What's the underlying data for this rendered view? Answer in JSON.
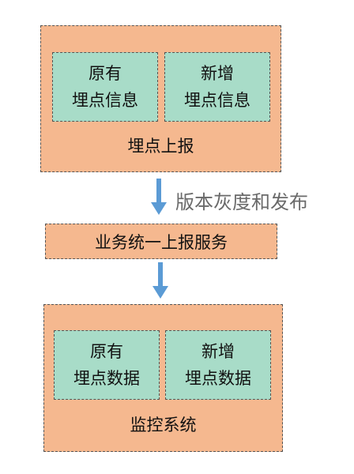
{
  "colors": {
    "outer_fill": "#f5b88f",
    "inner_fill": "#a8dcc8",
    "arrow": "#5b9bd5",
    "side_label": "#6a6a6a"
  },
  "top_box": {
    "left_inner": "原有\n埋点信息",
    "right_inner": "新增\n埋点信息",
    "label": "埋点上报"
  },
  "arrow1_label": "版本灰度和发布",
  "middle_box": {
    "label": "业务统一上报服务"
  },
  "bottom_box": {
    "left_inner": "原有\n埋点数据",
    "right_inner": "新增\n埋点数据",
    "label": "监控系统"
  }
}
